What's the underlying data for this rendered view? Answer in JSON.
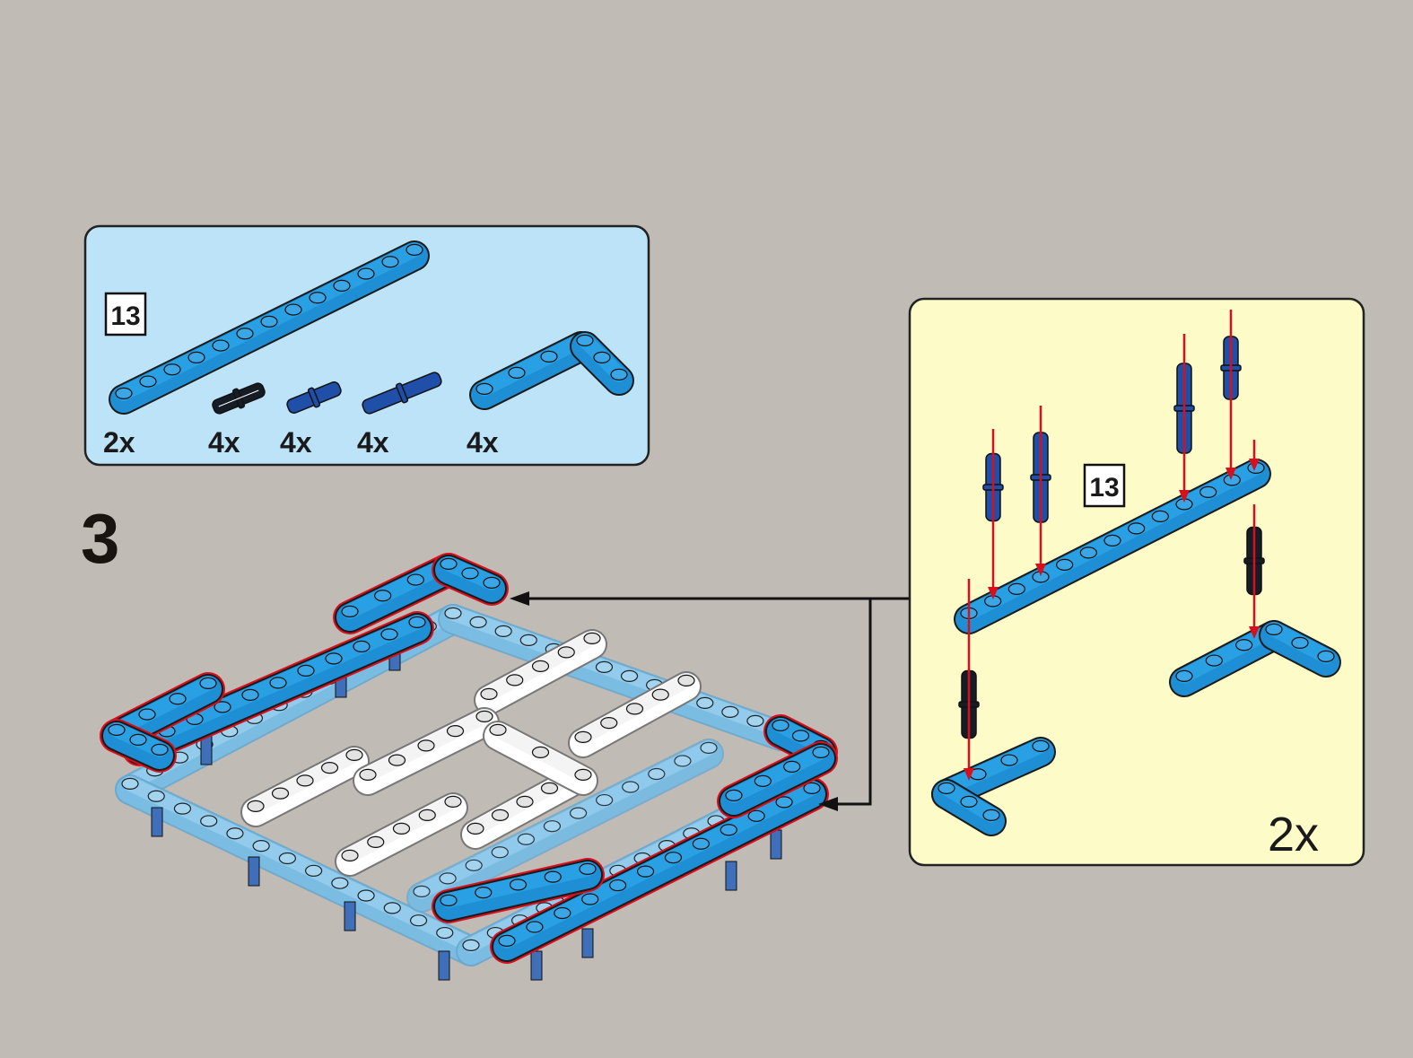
{
  "step_number": "3",
  "parts_list": {
    "beam_length_callout": "13",
    "items": [
      {
        "part": "beam-13",
        "qty": "2x"
      },
      {
        "part": "black-friction-pin",
        "qty": "4x"
      },
      {
        "part": "blue-axle-pin",
        "qty": "4x"
      },
      {
        "part": "blue-long-pin",
        "qty": "4x"
      },
      {
        "part": "l-beam",
        "qty": "4x"
      }
    ]
  },
  "subassembly": {
    "beam_length_callout": "13",
    "multiplier": "2x"
  },
  "colors": {
    "background": "#c0bbb5",
    "parts_panel": "#bce3f7",
    "subassembly_panel": "#fdfbc8",
    "beam_blue": "#1e8fd4",
    "pin_blue": "#1f4fa8",
    "highlight_red": "#d8101e",
    "base_frame": "#7cbfe6"
  }
}
